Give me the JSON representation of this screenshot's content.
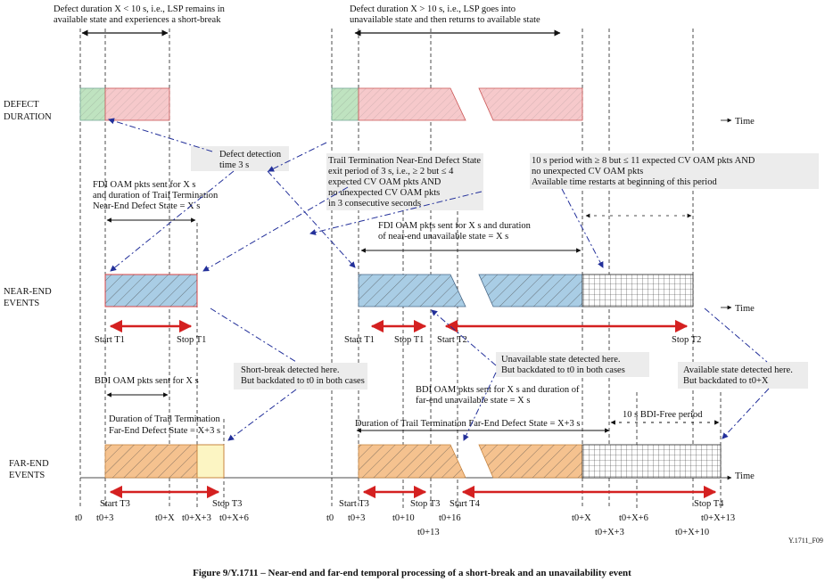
{
  "figure": {
    "caption": "Figure 9/Y.1711 – Near-end and far-end temporal processing of a short-break and an unavailability event",
    "figure_id": "Y.1711_F09"
  },
  "rows": {
    "defect": [
      "DEFECT",
      "DURATION"
    ],
    "near": [
      "NEAR-END",
      "EVENTS"
    ],
    "far": [
      "FAR-END",
      "EVENTS"
    ],
    "time_label": "Time"
  },
  "headers": {
    "left": [
      "Defect duration X < 10 s, i.e., LSP remains in",
      "available state and experiences a short-break"
    ],
    "right": [
      "Defect duration X > 10 s, i.e., LSP goes into",
      "unavailable state and then returns to available state"
    ]
  },
  "notes": {
    "defect_detection": [
      "Defect detection",
      "time 3 s"
    ],
    "trail_exit": [
      "Trail Termination Near-End Defect State",
      "exit period of 3 s, i.e., ≥ 2 but ≤ 4",
      "expected CV OAM pkts AND",
      "no unexpected CV OAM pkts",
      "in 3 consecutive seconds"
    ],
    "ten_s_period": [
      "10 s period with ≥ 8 but ≤ 11 expected CV OAM pkts AND",
      "no unexpected CV OAM pkts",
      "Available time restarts at beginning of this period"
    ],
    "fdi_left": [
      "FDI OAM pkts sent for X s",
      "and duration of Trail Termination",
      "Near-End Defect State = X s"
    ],
    "fdi_right": [
      "FDI OAM pkts sent for X s and duration",
      "of near-end unavailable state = X s"
    ],
    "short_break": [
      "Short-break detected here.",
      "But backdated to t0 in both cases"
    ],
    "bdi_left": "BDI OAM pkts sent for X s",
    "duration_far_left": [
      "Duration of Trail Termination",
      "Far-End Defect State = X+3 s"
    ],
    "unavail_detected": [
      "Unavailable state detected here.",
      "But backdated to t0 in both cases"
    ],
    "bdi_right": [
      "BDI OAM pkts sent for X s and duration of",
      "far-end unavailable state = X s"
    ],
    "duration_far_right": "Duration of Trail Termination Far-End Defect State = X+3 s",
    "bdi_free": "10 s BDI-Free period",
    "avail_detected": [
      "Available state detected here.",
      "But backdated to t0+X"
    ]
  },
  "near_labels": [
    "Start T1",
    "Stop T1",
    "Start T1",
    "Stop T1",
    "Start T2",
    "Stop T2"
  ],
  "far_labels": [
    "Start T3",
    "Stop T3",
    "Start T3",
    "Stop T3",
    "Start T4",
    "Stop T4"
  ],
  "ticks": [
    "t0",
    "t0+3",
    "t0+X",
    "t0+X+3",
    "t0+X+6",
    "t0",
    "t0+3",
    "t0+10",
    "t0+13",
    "t0+16",
    "t0+X",
    "t0+X+3",
    "t0+X+6",
    "t0+X+10",
    "t0+X+13"
  ],
  "colors": {
    "green": "#bfe3c0",
    "pink": "#f6c9cb",
    "blue": "#a9cde5",
    "orange": "#f5c28f",
    "yellow": "#fcf5c3",
    "red_arrow": "#d42020"
  }
}
